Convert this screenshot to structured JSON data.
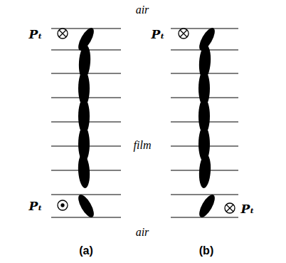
{
  "diagram": {
    "labels": [
      "air",
      "Pₜ",
      "Pₜ",
      "film",
      "Pₜ",
      "Pₜ",
      "air",
      "(a)",
      "(b)"
    ]
  }
}
